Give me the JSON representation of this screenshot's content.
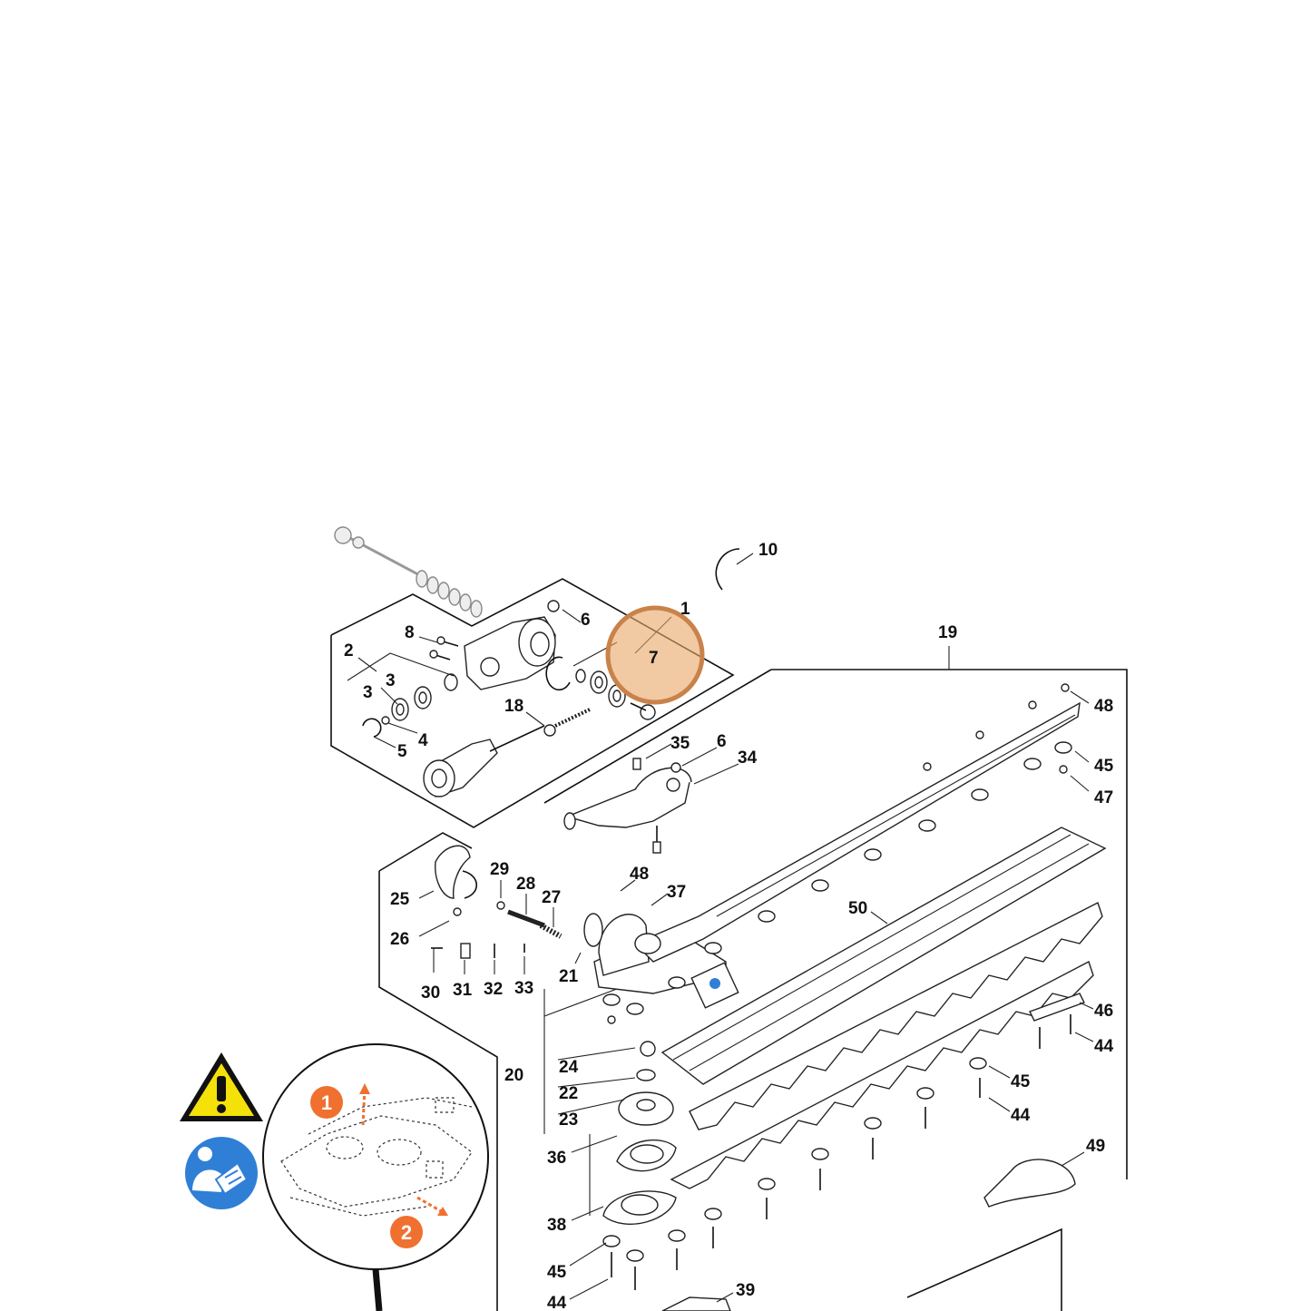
{
  "labels": {
    "l1": "1",
    "l2": "2",
    "l3a": "3",
    "l3b": "3",
    "l4": "4",
    "l5": "5",
    "l6a": "6",
    "l6b": "6",
    "l7": "7",
    "l8": "8",
    "l10": "10",
    "l18": "18",
    "l19": "19",
    "l20": "20",
    "l21": "21",
    "l22": "22",
    "l23": "23",
    "l24": "24",
    "l25": "25",
    "l26": "26",
    "l27": "27",
    "l28": "28",
    "l29": "29",
    "l30": "30",
    "l31": "31",
    "l32": "32",
    "l33": "33",
    "l34": "34",
    "l35": "35",
    "l36": "36",
    "l37": "37",
    "l38": "38",
    "l39": "39",
    "l44a": "44",
    "l44b": "44",
    "l44c": "44",
    "l45a": "45",
    "l45b": "45",
    "l45c": "45",
    "l46": "46",
    "l47": "47",
    "l48a": "48",
    "l48b": "48",
    "l49": "49",
    "l50": "50"
  },
  "colors": {
    "highlight": "#e8a565",
    "warning_yellow": "#f5e10a",
    "manual_blue": "#2f7fd6",
    "step_orange": "#f07030"
  },
  "icons": {
    "warning": "warning-triangle-icon",
    "manual": "read-manual-icon",
    "step1": "step-1-badge",
    "step2": "step-2-badge"
  },
  "steps": {
    "one": "1",
    "two": "2"
  }
}
